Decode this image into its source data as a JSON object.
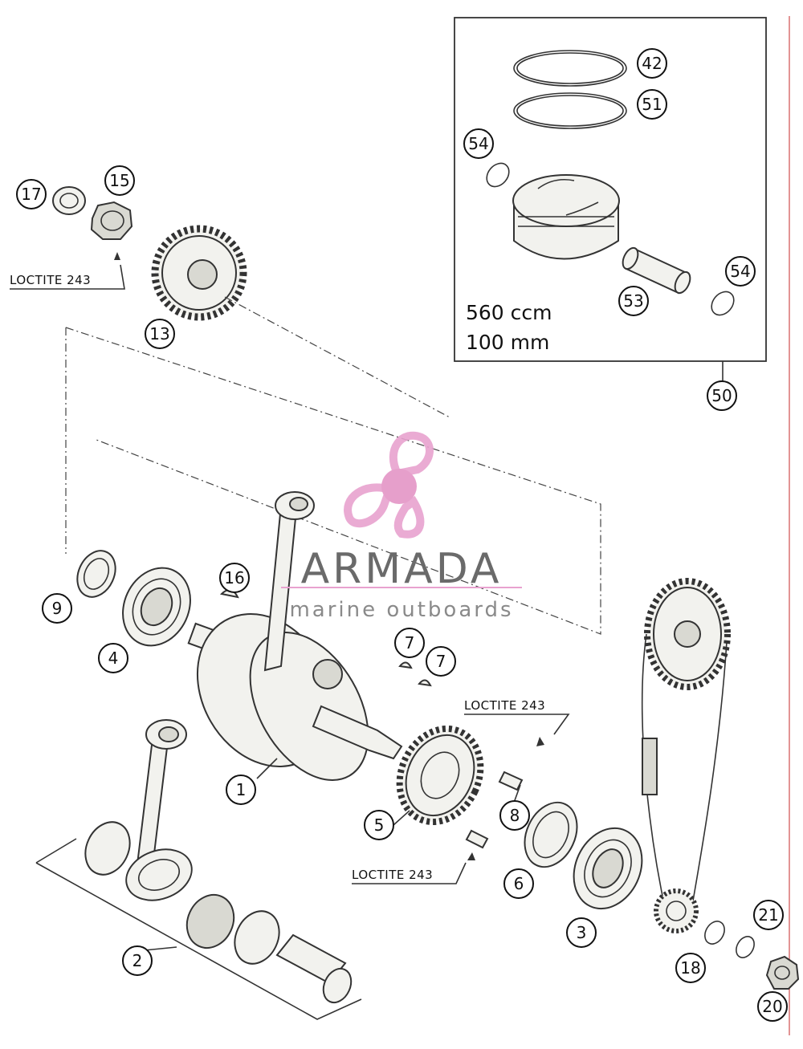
{
  "callouts": [
    "42",
    "51",
    "54",
    "54",
    "53",
    "50",
    "17",
    "15",
    "13",
    "16",
    "9",
    "4",
    "7",
    "7",
    "1",
    "2",
    "5",
    "8",
    "6",
    "3",
    "18",
    "21",
    "20"
  ],
  "loctite_labels": [
    "LOCTITE 243",
    "LOCTITE 243",
    "LOCTITE 243"
  ],
  "piston_kit": {
    "displacement": "560 ccm",
    "bore": "100 mm"
  },
  "watermark": {
    "brand": "ARMADA",
    "tagline": "marine outboards"
  },
  "colors": {
    "line": "#333333",
    "part_fill": "#f2f2ee",
    "logo_pink": "#e8a2cf",
    "logo_hub": "#e495c6"
  }
}
